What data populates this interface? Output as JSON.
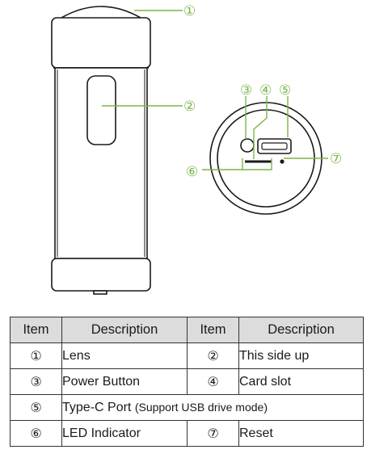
{
  "callouts": {
    "c1": "①",
    "c2": "②",
    "c3": "③",
    "c4": "④",
    "c5": "⑤",
    "c6": "⑥",
    "c7": "⑦"
  },
  "colors": {
    "callout_line": "#7ab648",
    "outline": "#1a1a1a",
    "header_bg": "#dcdcdc"
  },
  "table": {
    "headers": [
      "Item",
      "Description",
      "Item",
      "Description"
    ],
    "rows": [
      {
        "item1": "①",
        "desc1": "Lens",
        "item2": "②",
        "desc2": "This side up"
      },
      {
        "item1": "③",
        "desc1": "Power Button",
        "item2": "④",
        "desc2": "Card slot"
      },
      {
        "item1": "⑤",
        "desc_main": "Type-C  Port ",
        "desc_note": "(Support USB drive mode)"
      },
      {
        "item1": "⑥",
        "desc1": "LED Indicator",
        "item2": "⑦",
        "desc2": "Reset"
      }
    ]
  }
}
